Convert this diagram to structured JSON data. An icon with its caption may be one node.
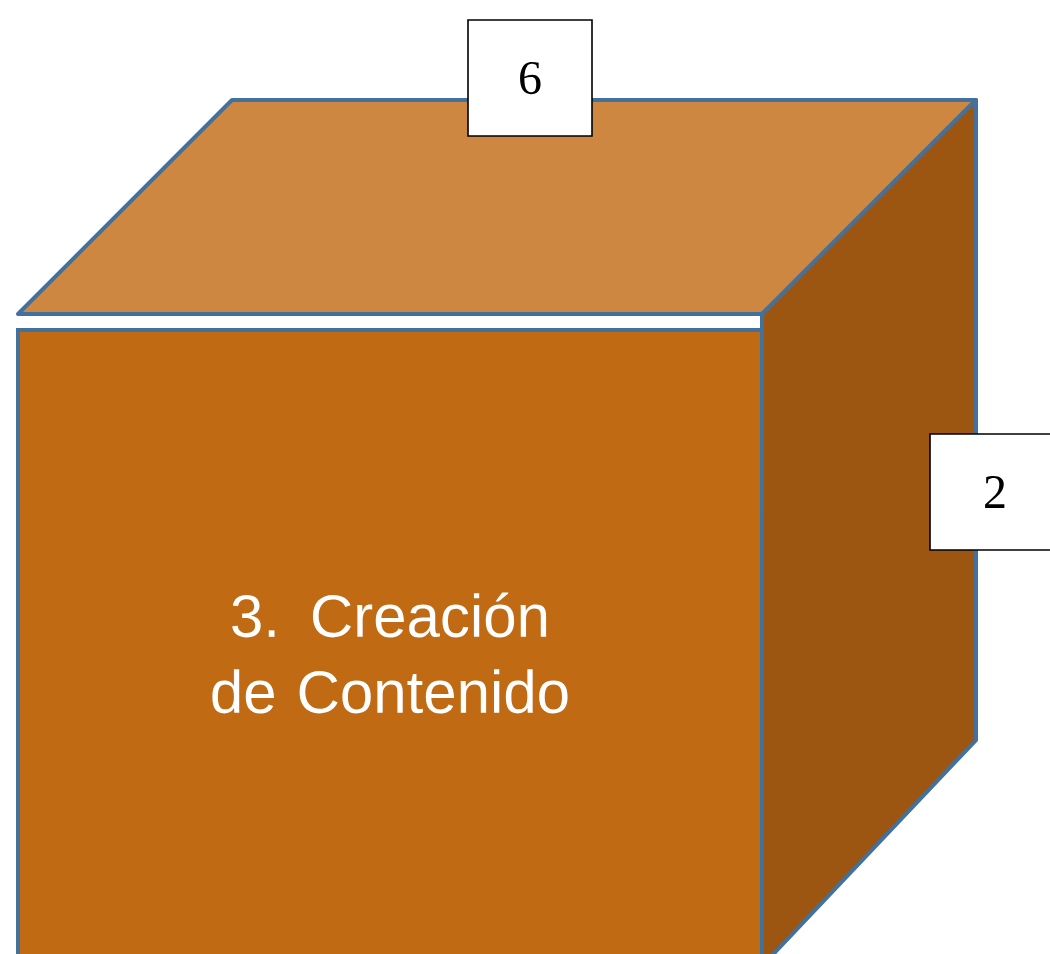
{
  "diagram": {
    "nodes": [
      {
        "text": [
          "3. Creación de Contenido"
        ]
      },
      {
        "text": [
          "6"
        ]
      },
      {
        "text": [
          "2"
        ]
      }
    ]
  }
}
